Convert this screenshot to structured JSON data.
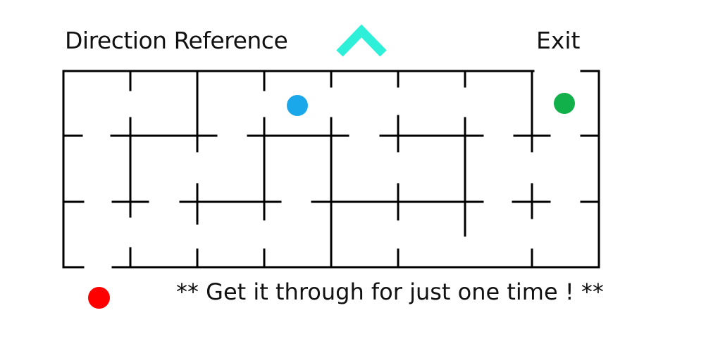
{
  "header": {
    "direction_label": "Direction Reference",
    "direction_icon": "up-chevron-icon",
    "exit_label": "Exit"
  },
  "footer": {
    "hint": "** Get it through for just one time ! **"
  },
  "colors": {
    "arrow": "#2ef0d8",
    "wall": "#000000",
    "player": "#ff0000",
    "target": "#1aa8ea",
    "exit": "#12b04a"
  },
  "maze": {
    "cols": 8,
    "rows": 3
  }
}
